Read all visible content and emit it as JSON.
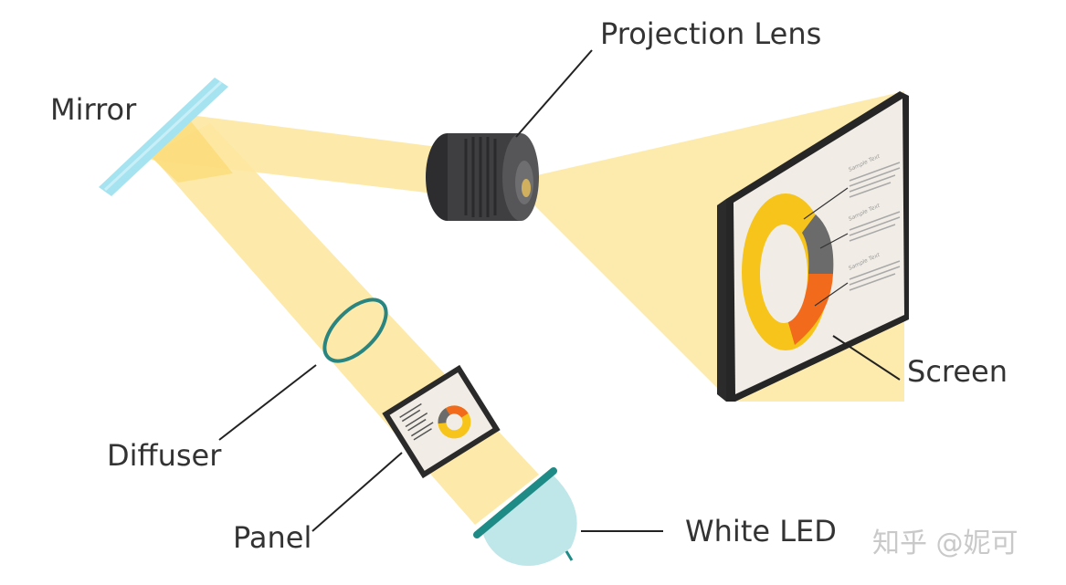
{
  "labels": {
    "mirror": "Mirror",
    "projection_lens": "Projection Lens",
    "screen": "Screen",
    "diffuser": "Diffuser",
    "panel": "Panel",
    "white_led": "White LED"
  },
  "screen_content": {
    "sample_texts": [
      "Sample Text",
      "Sample Text",
      "Sample Text"
    ]
  },
  "watermark": "知乎 @妮可",
  "colors": {
    "beam": "#fde7a0",
    "mirror": "#a6e3f0",
    "lens_body": "#3f3f42",
    "led": "#bfe6e8",
    "led_base": "#1f8b86",
    "diffuser": "#2a8580",
    "donut_yellow": "#f6c41a",
    "donut_gray": "#6b6b6b",
    "donut_orange": "#f26a1b",
    "leader_lines": "#222222"
  }
}
